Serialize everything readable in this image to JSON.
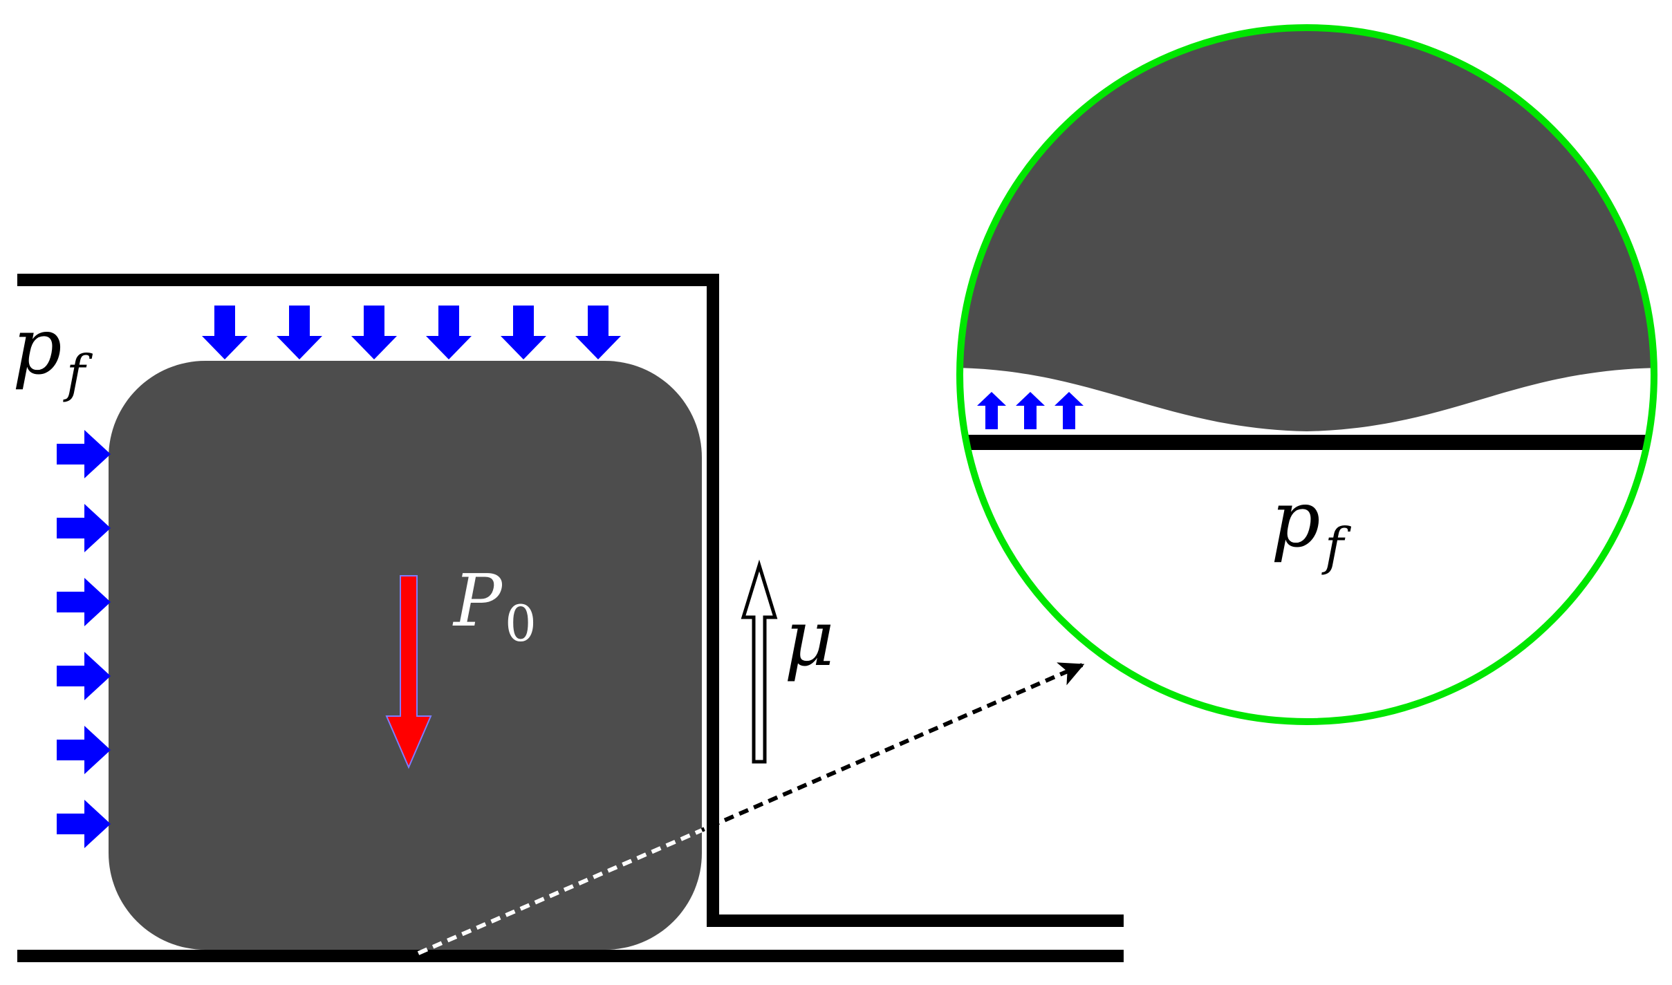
{
  "labels": {
    "fluid_pressure_main": "p",
    "fluid_pressure_main_sub": "f",
    "load_symbol": "P",
    "load_subscript": "0",
    "friction_symbol": "μ",
    "fluid_pressure_zoom": "p",
    "fluid_pressure_zoom_sub": "f"
  },
  "colors": {
    "body_fill": "#4d4d4d",
    "wall_stroke": "#000000",
    "pressure_arrow": "#0000ff",
    "load_arrow": "#ff0000",
    "zoom_ring": "#00e600",
    "background": "#ffffff"
  },
  "icons": {
    "pressure": "blue-arrow-icon",
    "load": "red-down-arrow-icon",
    "friction": "hollow-up-arrow-icon",
    "pointer": "dashed-pointer-arrow-icon"
  }
}
